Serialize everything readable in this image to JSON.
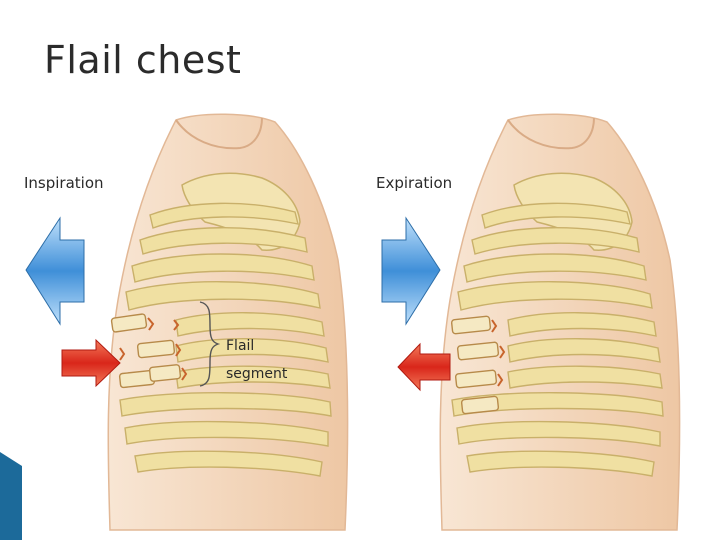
{
  "slide": {
    "title": "Flail chest"
  },
  "diagram": {
    "left_panel_label": "Inspiration",
    "right_panel_label": "Expiration",
    "segment_label_line1": "Flail",
    "segment_label_line2": "segment"
  },
  "colors": {
    "skin": "#f3d5b8",
    "rib": "#f0e0a2",
    "rib_outline": "#c9b06a",
    "blue_arrow": "#3f8fd8",
    "red_arrow": "#e23a22",
    "fracture": "#c8642c",
    "corner_accent": "#1c6a9a"
  }
}
